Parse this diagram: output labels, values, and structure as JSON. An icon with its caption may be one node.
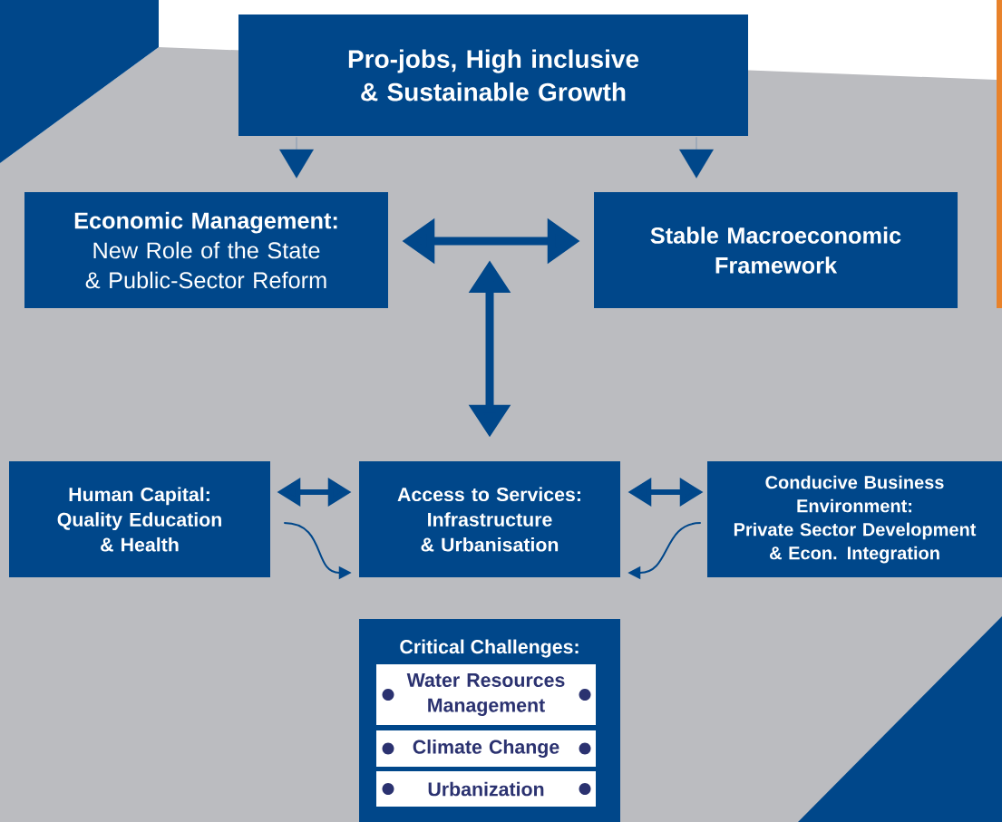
{
  "diagram": {
    "nodes": [
      {
        "text": [
          "Pro-jobs, High inclusive & Sustainable Growth"
        ]
      },
      {
        "text": [
          "Economic Management:",
          "New Role of the State & Public-Sector Reform"
        ]
      },
      {
        "text": [
          "Stable Macroeconomic Framework"
        ]
      },
      {
        "text": [
          "Human Capital:",
          "Quality Education & Health"
        ]
      },
      {
        "text": [
          "Access to Services:",
          "Infrastructure & Urbanisation"
        ]
      },
      {
        "text": [
          "Conducive Business Environment:",
          "Private Sector Development & Econ. Integration"
        ]
      },
      {
        "text": [
          "Critical Challenges:"
        ]
      },
      {
        "text": [
          "Water Resources Management"
        ],
        "in": 6
      },
      {
        "text": [
          "Climate Change"
        ],
        "in": 6
      },
      {
        "text": [
          "Urbanization"
        ],
        "in": 6
      }
    ],
    "edges": [
      {
        "from": 0,
        "to": 1,
        "arrow": "to"
      },
      {
        "from": 0,
        "to": 2,
        "arrow": "to"
      },
      {
        "from": 1,
        "to": 2,
        "arrow": "both",
        "style": "thick"
      },
      {
        "from": null,
        "to": 4,
        "arrow": "both",
        "style": "thick"
      },
      {
        "from": 3,
        "to": 4,
        "arrow": "both",
        "style": "thick"
      },
      {
        "from": 4,
        "to": 5,
        "arrow": "both",
        "style": "thick"
      },
      {
        "from": 3,
        "to": 4,
        "arrow": "to"
      },
      {
        "from": 5,
        "to": 4,
        "arrow": "to"
      }
    ]
  }
}
